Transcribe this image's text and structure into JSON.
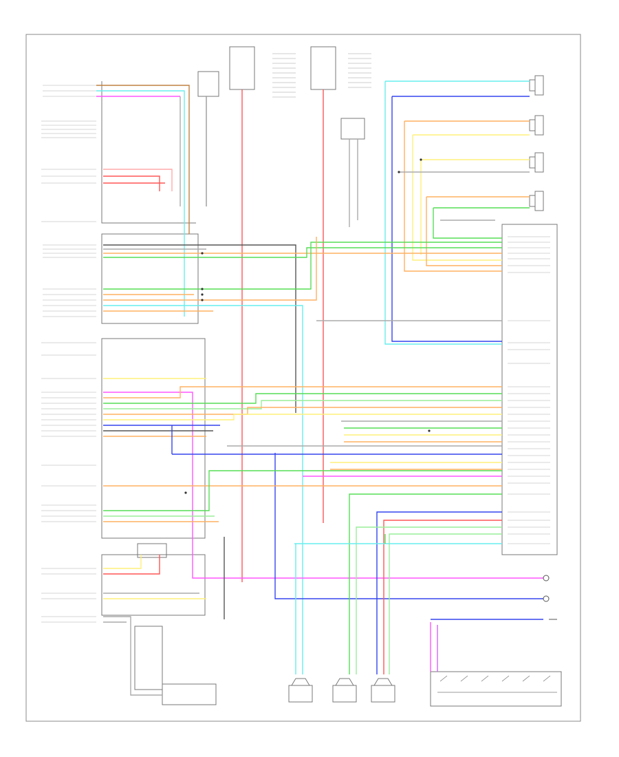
{
  "diagram": {
    "footer_code": "",
    "colors": {
      "red": "#ff5555",
      "pink": "#ffaaaa",
      "orange": "#ffb060",
      "yellow": "#fff07a",
      "green": "#55dd55",
      "lightgreen": "#99ee99",
      "cyan": "#66eeee",
      "blue": "#3344ee",
      "violet": "#cc66ff",
      "brown": "#c08040",
      "gray": "#999999",
      "black": "#333333",
      "magenta": "#ff55ff"
    },
    "components": [
      {
        "id": "radio",
        "text": ""
      },
      {
        "id": "radio-lower",
        "text": ""
      },
      {
        "id": "fuse-block-1",
        "text": ""
      },
      {
        "id": "fuse-block-2",
        "text": ""
      },
      {
        "id": "amplifier",
        "text": ""
      },
      {
        "id": "left-front-speaker",
        "text": ""
      },
      {
        "id": "right-front-speaker",
        "text": ""
      },
      {
        "id": "left-rear-speaker",
        "text": ""
      },
      {
        "id": "right-rear-speaker",
        "text": ""
      },
      {
        "id": "subwoofer",
        "text": ""
      },
      {
        "id": "left-door-speaker",
        "text": ""
      },
      {
        "id": "right-door-speaker",
        "text": ""
      },
      {
        "id": "steering-controls",
        "text": ""
      }
    ]
  }
}
